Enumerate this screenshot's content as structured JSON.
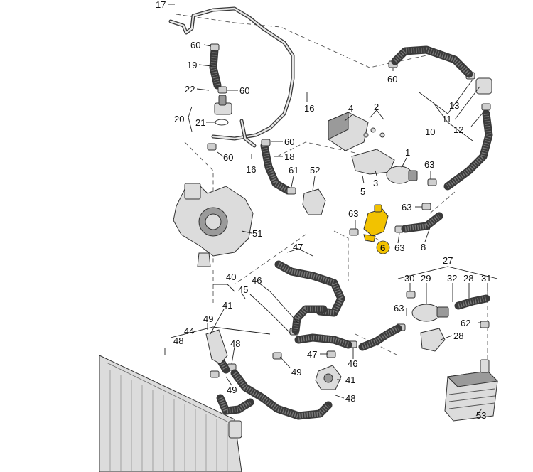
{
  "callouts": {
    "c17": "17",
    "c60a": "60",
    "c19": "19",
    "c22": "22",
    "c60b": "60",
    "c20": "20",
    "c21": "21",
    "c16a": "16",
    "c60c": "60",
    "c18": "18",
    "c60d": "60",
    "c16b": "16",
    "c61": "61",
    "c52": "52",
    "c60e": "60",
    "c13": "13",
    "c11": "11",
    "c12": "12",
    "c10": "10",
    "c4": "4",
    "c2": "2",
    "c1": "1",
    "c3": "3",
    "c5": "5",
    "c63a": "63",
    "c63b": "63",
    "c63c": "63",
    "c6": "6",
    "c63d": "63",
    "c8": "8",
    "c51": "51",
    "c47a": "47",
    "c40": "40",
    "c45": "45",
    "c46a": "46",
    "c41a": "41",
    "c49a": "49",
    "c44": "44",
    "c48a": "48",
    "c48b": "48",
    "c49b": "49",
    "c49c": "49",
    "c47b": "47",
    "c46b": "46",
    "c41b": "41",
    "c48c": "48",
    "c27": "27",
    "c30": "30",
    "c29": "29",
    "c32": "32",
    "c28a": "28",
    "c31": "31",
    "c63e": "63",
    "c62": "62",
    "c28b": "28",
    "c53": "53"
  },
  "colors": {
    "highlight_part": "#f2c200",
    "highlight_badge": "#f2c200",
    "line": "#222222"
  }
}
